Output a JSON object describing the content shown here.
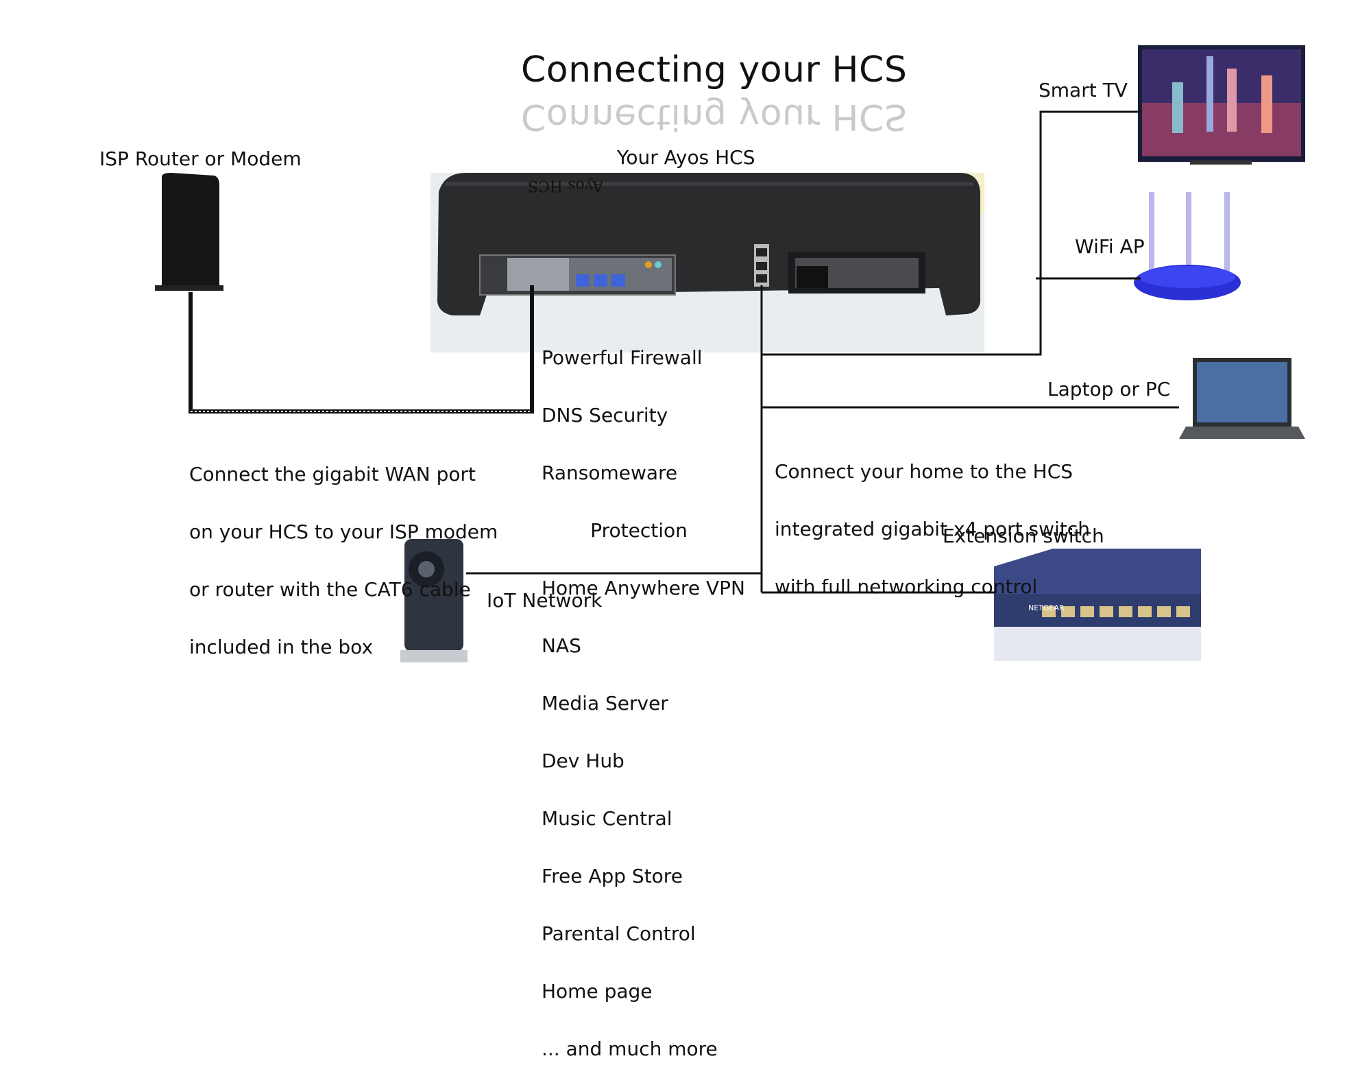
{
  "title": "Connecting your HCS",
  "labels": {
    "isp": "ISP Router or Modem",
    "hcs": "Your Ayos HCS",
    "smart_tv": "Smart TV",
    "wifi": "WiFi AP",
    "laptop": "Laptop or PC",
    "extension": "Extension switch",
    "iot": "IoT Network"
  },
  "wan_note": [
    "Connect the gigabit WAN port",
    "on your HCS to your ISP modem",
    "or router with the CAT6 cable",
    "included in the box"
  ],
  "lan_note": [
    "Connect your home to the HCS",
    "integrated gigabit x4 port switch",
    "with full networking control"
  ],
  "features": [
    "Powerful Firewall",
    "DNS Security",
    "Ransomeware",
    "        Protection",
    "Home Anywhere VPN",
    "NAS",
    "Media Server",
    "Dev Hub",
    "Music Central",
    "Free App Store",
    "Parental Control",
    "Home page",
    "... and much more"
  ],
  "hcs_logo": "Ayos HCS",
  "switch_brand": "NETGEAR",
  "colors": {
    "wire": "#111111",
    "router_blue": "#2a2fd6",
    "switch_blue": "#3b4a86"
  }
}
